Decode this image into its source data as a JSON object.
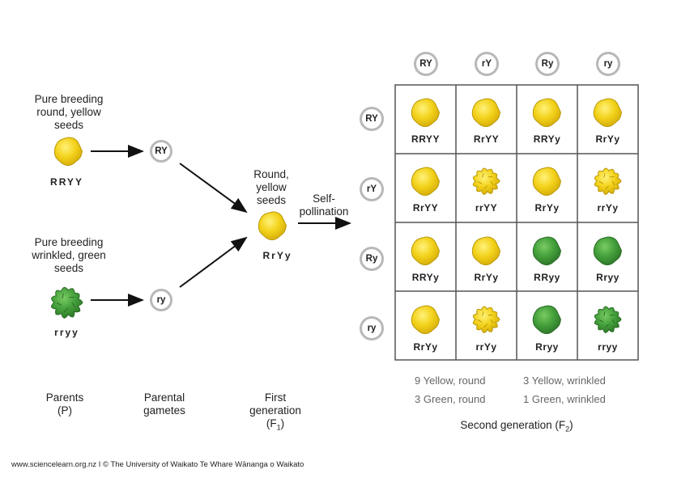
{
  "parents": {
    "round_yellow_label": [
      "Pure breeding",
      "round, yellow",
      "seeds"
    ],
    "round_yellow_genotype": "RRYY",
    "wrinkled_green_label": [
      "Pure breeding",
      "wrinkled, green",
      "seeds"
    ],
    "wrinkled_green_genotype": "rryy"
  },
  "gametes": {
    "parent1": "RY",
    "parent2": "ry"
  },
  "f1": {
    "label": [
      "Round,",
      "yellow",
      "seeds"
    ],
    "genotype": "RrYy",
    "arrow_label": [
      "Self-",
      "pollination"
    ]
  },
  "punnett": {
    "top_gametes": [
      "RY",
      "rY",
      "Ry",
      "ry"
    ],
    "side_gametes": [
      "RY",
      "rY",
      "Ry",
      "ry"
    ],
    "genotypes": [
      [
        "RRYY",
        "RrYY",
        "RRYy",
        "RrYy"
      ],
      [
        "RrYY",
        "rrYY",
        "RrYy",
        "rrYy"
      ],
      [
        "RRYy",
        "RrYy",
        "RRyy",
        "Rryy"
      ],
      [
        "RrYy",
        "rrYy",
        "Rryy",
        "rryy"
      ]
    ],
    "phenotypes": [
      [
        "round-yellow",
        "round-yellow",
        "round-yellow",
        "round-yellow"
      ],
      [
        "round-yellow",
        "wrinkled-yellow",
        "round-yellow",
        "wrinkled-yellow"
      ],
      [
        "round-yellow",
        "round-yellow",
        "round-green",
        "round-green"
      ],
      [
        "round-yellow",
        "wrinkled-yellow",
        "round-green",
        "wrinkled-green"
      ]
    ]
  },
  "summary": {
    "yellow_round": "9 Yellow, round",
    "yellow_wrinkled": "3 Yellow, wrinkled",
    "green_round": "3 Green, round",
    "green_wrinkled": "1 Green, wrinkled"
  },
  "column_labels": {
    "parents": [
      "Parents",
      "(P)"
    ],
    "gametes": [
      "Parental",
      "gametes"
    ],
    "first_gen": [
      "First",
      "generation"
    ],
    "first_gen_sym": "F",
    "first_gen_sub": "1",
    "second_gen": "Second generation (F",
    "second_gen_sub": "2",
    "second_gen_close": ")"
  },
  "credit": "www.sciencelearn.org.nz I © The University of Waikato Te Whare Wānanga o Waikato",
  "colors": {
    "yellow": "#f3d21b",
    "yellow_stroke": "#b99a08",
    "green": "#44a03b",
    "green_stroke": "#2c6e27",
    "grid": "#555555",
    "gamete_ring": "#b8b8b8"
  }
}
